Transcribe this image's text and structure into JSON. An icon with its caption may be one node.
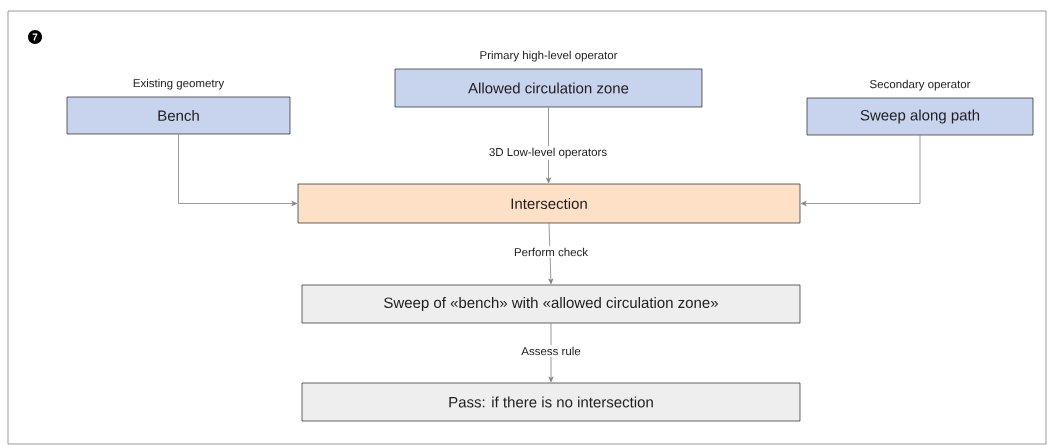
{
  "diagram": {
    "nodes": [
      {
        "text": [
          "Existing geometry",
          "Bench"
        ]
      },
      {
        "text": [
          "Primary high-level operator",
          "Allowed circulation zone"
        ]
      },
      {
        "text": [
          "Secondary operator",
          "Sweep along path"
        ]
      },
      {
        "text": [
          "Intersection"
        ]
      },
      {
        "text": [
          "Sweep of «bench» with «allowed circulation zone»"
        ]
      },
      {
        "text": [
          "Pass: if there is no intersection"
        ]
      }
    ],
    "edges": [
      {
        "from": 0,
        "to": 3,
        "arrow": "to"
      },
      {
        "from": 1,
        "to": 3,
        "arrow": "to",
        "label": "3D Low-level operators"
      },
      {
        "from": 2,
        "to": 3,
        "arrow": "to"
      },
      {
        "from": 3,
        "to": 4,
        "arrow": "to",
        "label": "Perform check"
      },
      {
        "from": 4,
        "to": 5,
        "arrow": "to",
        "label": "Assess rule"
      }
    ],
    "labels": [
      "7"
    ]
  }
}
